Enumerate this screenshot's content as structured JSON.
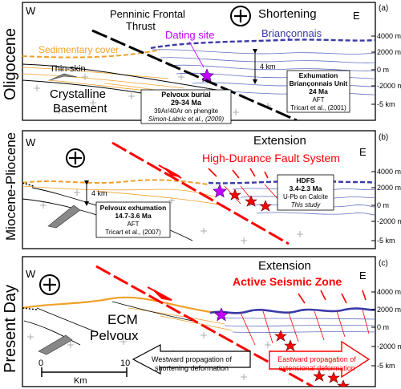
{
  "colors": {
    "sediment": "#f0a02a",
    "brianconnais": "#3a3aa8",
    "fault_red": "#ff0000",
    "basement": "#000000",
    "star_purple": "#c100ff",
    "text_purple": "#c100ff"
  },
  "side_labels": [
    "Oligocene",
    "Miocene-Pliocene",
    "Present Day"
  ],
  "panels": [
    {
      "id": "a",
      "letter": "(a)",
      "west": "W",
      "east": "E",
      "heading": "Shortening",
      "symbol": "plus-circle-icon",
      "frontal_thrust": [
        "Penninic Frontal",
        "Thrust"
      ],
      "dating_site": "Dating site",
      "sedimentary_cover": "Sedimentary cover",
      "thin_skin": "Thin-skin",
      "brianconnais": "Briançonnais",
      "basement": [
        "Crystalline",
        "Basement"
      ],
      "depth_label": "4 km",
      "box1": [
        "Pelvoux burial",
        "29-34 Ma",
        "39Ar/40Ar on phengite",
        "Simon-Labric et al., (2009)"
      ],
      "box2": [
        "Exhumation",
        "Briançonnais Unit",
        "24 Ma",
        "AFT",
        "Tricart et al., (2001)"
      ],
      "elevations": [
        "4000 m",
        "2000 m",
        "0 m",
        "-2000 m",
        "-5 km"
      ]
    },
    {
      "id": "b",
      "letter": "(b)",
      "west": "W",
      "east": "E",
      "heading": "Extension",
      "symbol": "plus-circle-icon",
      "fault_system": "High-Durance Fault System",
      "depth_label": "4 km",
      "box1": [
        "Pelvoux exhumation",
        "14.7-3.6 Ma",
        "AFT",
        "Tricart et al., (2007)"
      ],
      "box2": [
        "HDFS",
        "3.4-2.3 Ma",
        "U-Pb on Calcite",
        "This study"
      ],
      "elevations": [
        "4000 m",
        "2000 m",
        "0 m",
        "-2000 m",
        "-5 km"
      ]
    },
    {
      "id": "c",
      "letter": "(c)",
      "west": "W",
      "east": "E",
      "heading": "Extension",
      "symbol": "plus-circle-icon",
      "seismic_zone": "Active Seismic Zone",
      "ecm": [
        "ECM",
        "Pelvoux"
      ],
      "scale": {
        "min": "0",
        "max": "10",
        "unit": "Km"
      },
      "arrow_west": [
        "Westward propagation of",
        "shortening deformation"
      ],
      "arrow_east": [
        "Eastward propagation of",
        "extensional deformation"
      ],
      "elevations": [
        "4000 m",
        "2000 m",
        "0 m",
        "-2000 m",
        "-5 km"
      ]
    }
  ]
}
